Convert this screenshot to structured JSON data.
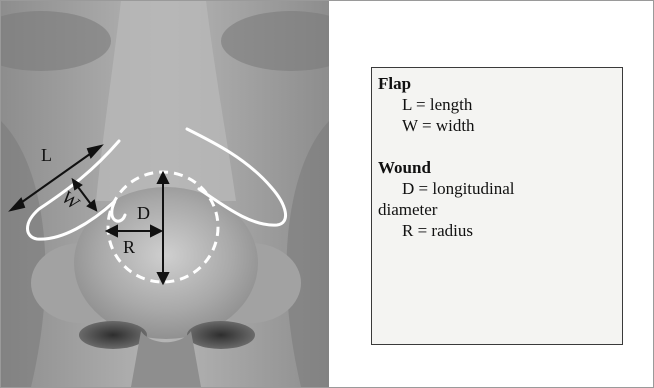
{
  "photo": {
    "labels": {
      "flap_length": "L",
      "flap_width": "W",
      "wound_diameter": "D",
      "wound_radius": "R"
    }
  },
  "legend": {
    "flap": {
      "heading": "Flap",
      "length_def": "L = length",
      "width_def": "W = width"
    },
    "wound": {
      "heading": "Wound",
      "diameter_def_line1": "D = longitudinal",
      "diameter_def_line2": "diameter",
      "radius_def": "R = radius"
    }
  },
  "colors": {
    "outline": "#ffffff",
    "arrow": "#111111",
    "legend_border": "#3a3a3a",
    "legend_background": "#f4f4f2"
  }
}
